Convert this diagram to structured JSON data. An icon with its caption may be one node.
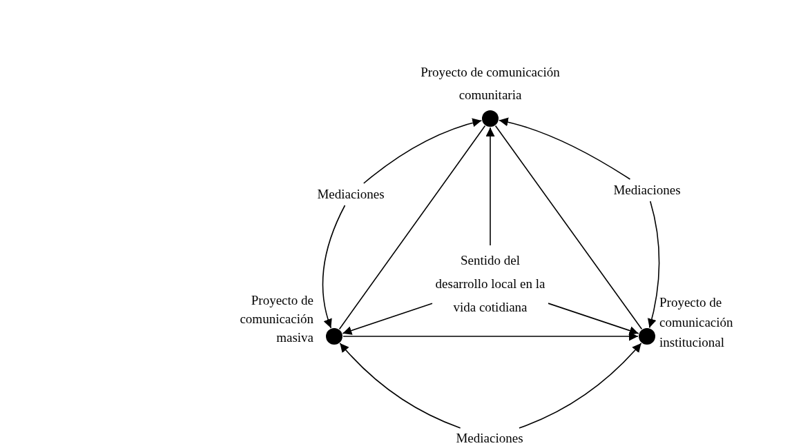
{
  "diagram": {
    "nodes": [
      {
        "text": [],
        "shape": "circle",
        "beside": [
          "Proyecto de comunicación comunitaria"
        ]
      },
      {
        "text": [],
        "shape": "circle",
        "beside": [
          "Proyecto de comunicación masiva"
        ]
      },
      {
        "text": [],
        "shape": "circle",
        "beside": [
          "Proyecto de comunicación institucional"
        ]
      },
      {
        "text": [
          "Sentido del desarrollo local en la vida cotidiana"
        ]
      },
      {
        "text": [
          "Mediaciones"
        ]
      },
      {
        "text": [
          "Mediaciones"
        ]
      },
      {
        "text": [
          "Mediaciones"
        ]
      }
    ],
    "edges": [
      {
        "from": 4,
        "to": 0,
        "arrow": "to"
      },
      {
        "from": 4,
        "to": 1,
        "arrow": "to"
      },
      {
        "from": 5,
        "to": 0,
        "arrow": "to"
      },
      {
        "from": 5,
        "to": 2,
        "arrow": "to"
      },
      {
        "from": 6,
        "to": 1,
        "arrow": "to"
      },
      {
        "from": 6,
        "to": 2,
        "arrow": "to"
      },
      {
        "from": 1,
        "to": 0,
        "arrow": "none"
      },
      {
        "from": 0,
        "to": 2,
        "arrow": "none"
      },
      {
        "from": 1,
        "to": 2,
        "arrow": "to"
      },
      {
        "from": 3,
        "to": 0,
        "arrow": "to"
      },
      {
        "from": 3,
        "to": 1,
        "arrow": "to"
      },
      {
        "from": 3,
        "to": 2,
        "arrow": "to"
      }
    ]
  }
}
